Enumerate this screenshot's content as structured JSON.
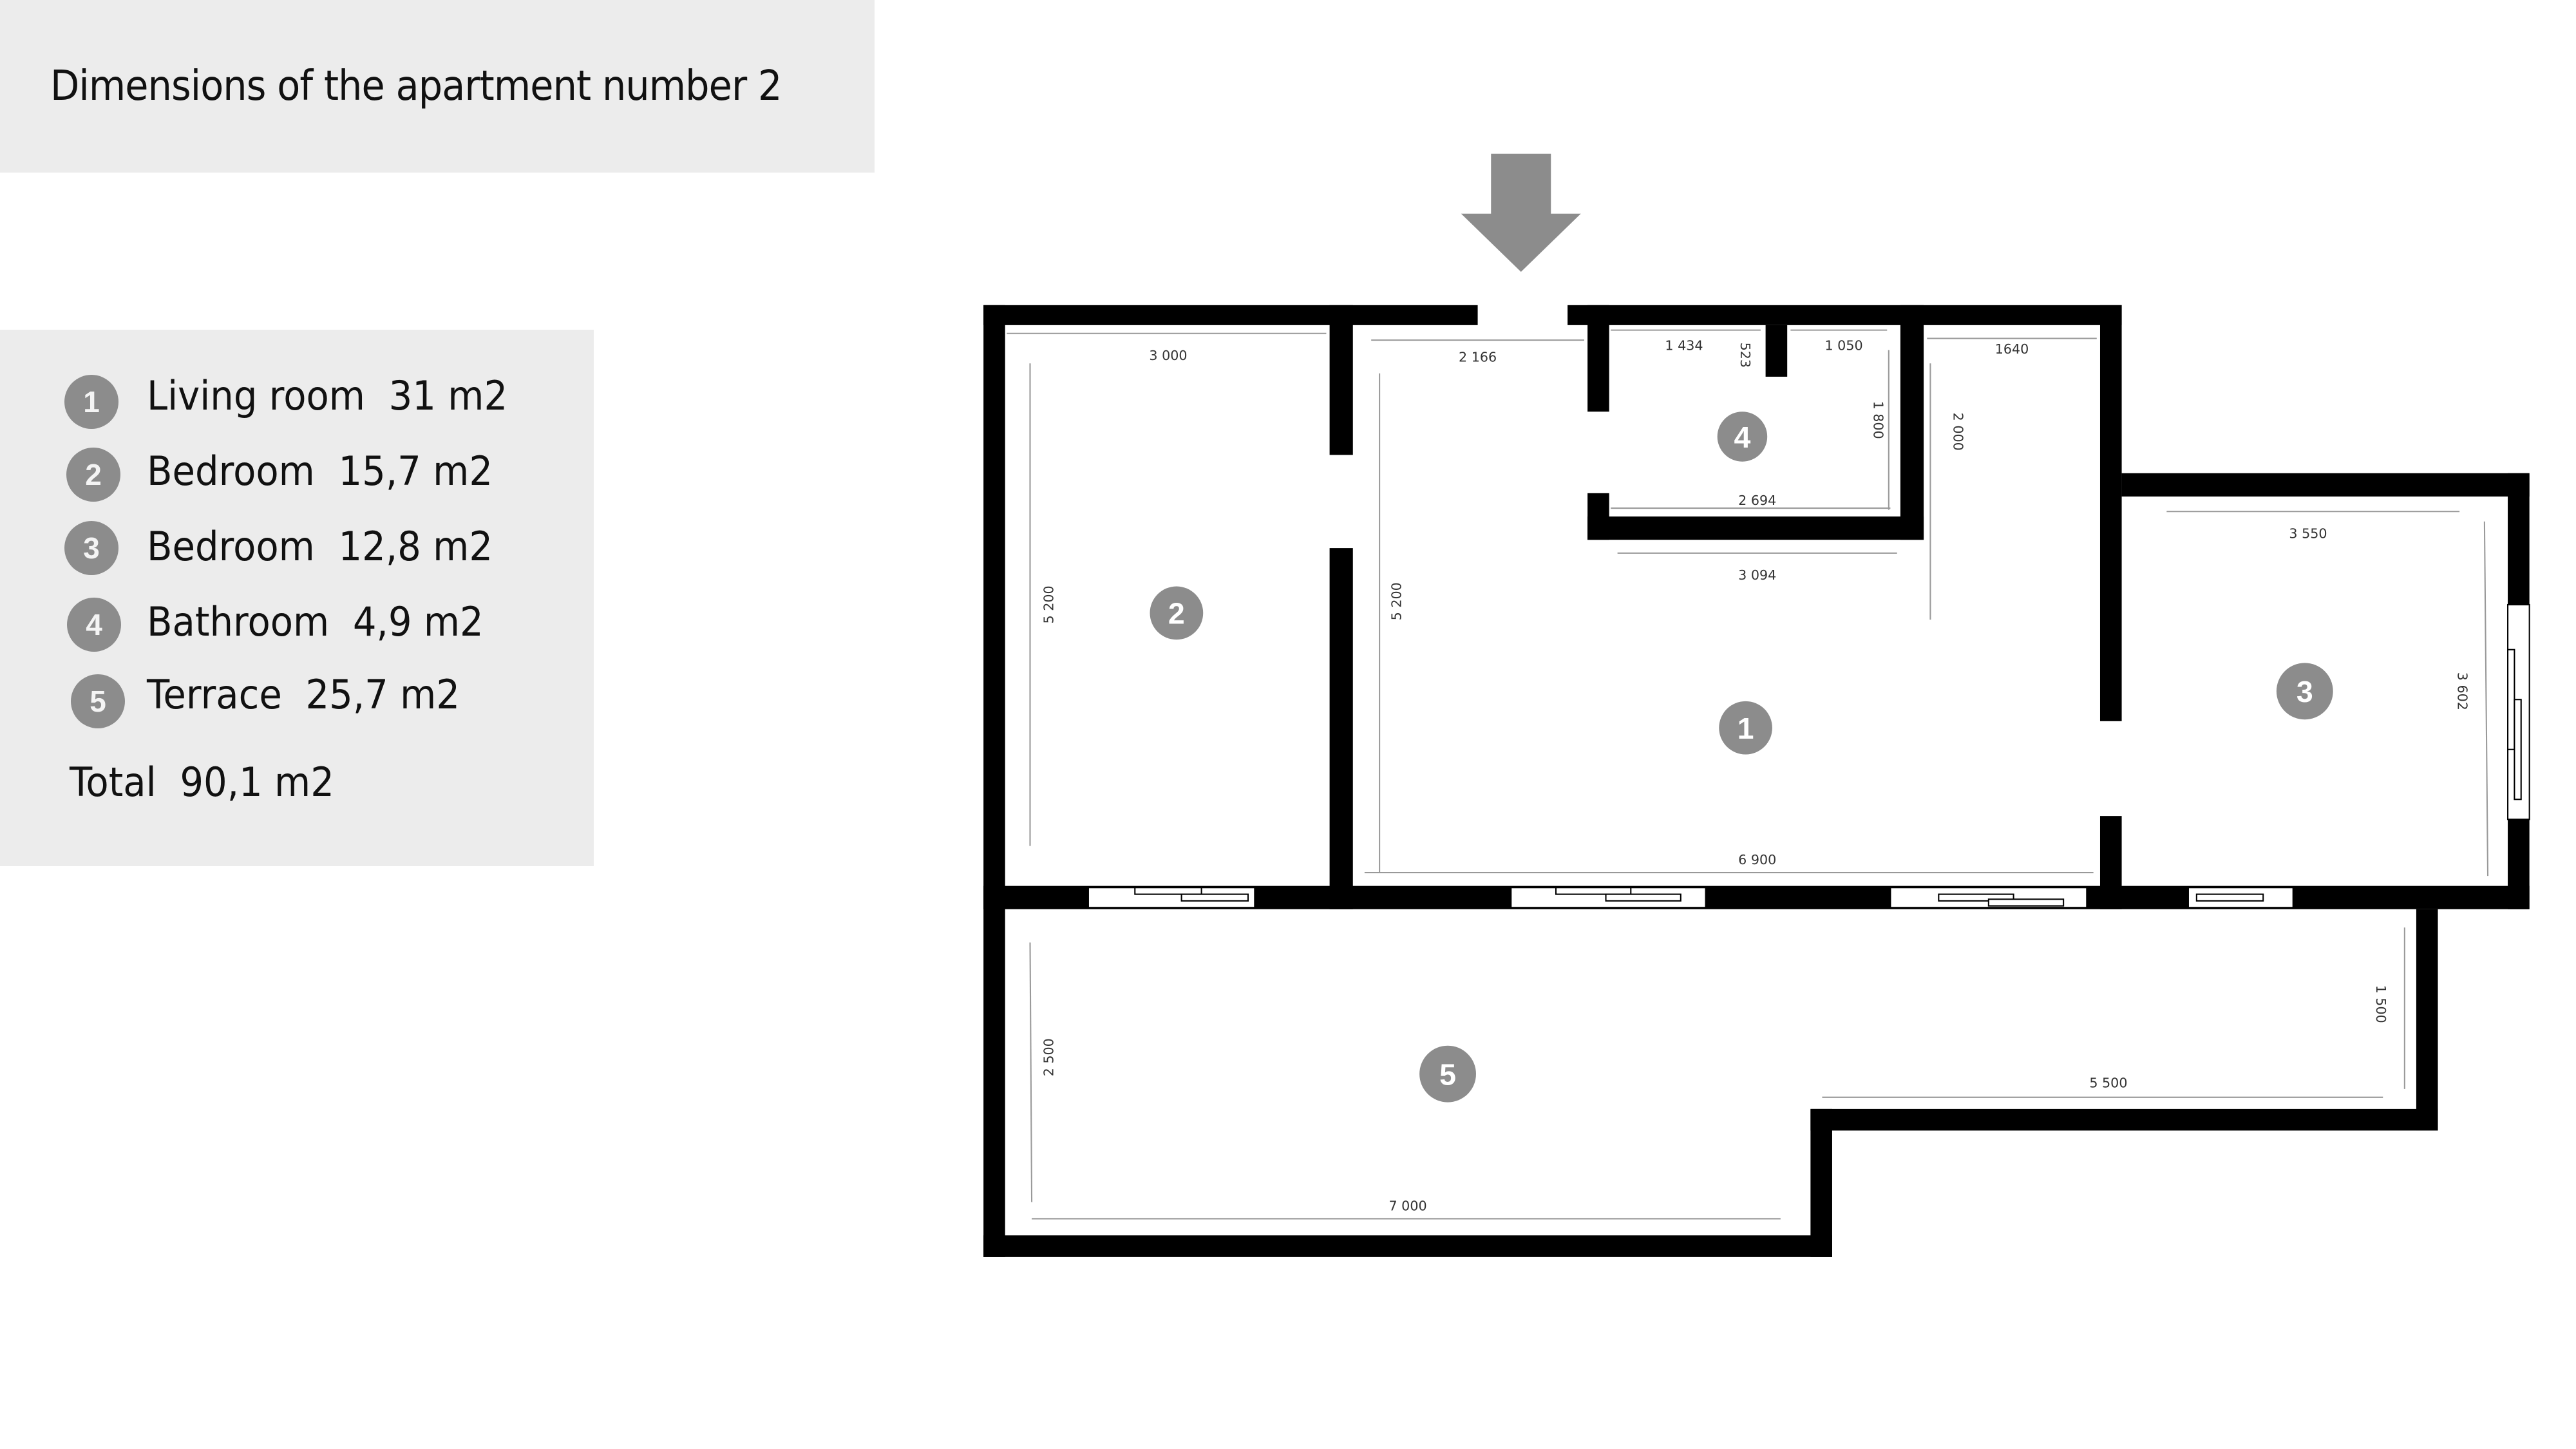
{
  "header": {
    "title": "Dimensions of the apartment number 2"
  },
  "legend": {
    "items": [
      {
        "num": "1",
        "label": "Living room  31 m2"
      },
      {
        "num": "2",
        "label": "Bedroom  15,7 m2"
      },
      {
        "num": "3",
        "label": "Bedroom  12,8 m2"
      },
      {
        "num": "4",
        "label": "Bathroom  4,9 m2"
      },
      {
        "num": "5",
        "label": "Terrace  25,7 m2"
      }
    ],
    "total": "Total  90,1 m2"
  },
  "colors": {
    "panel_bg": "#ececec",
    "marker": "#8c8c8c",
    "wall": "#000000"
  },
  "plan": {
    "entrance_arrow": "arrow-down-icon",
    "rooms": [
      {
        "num": "1",
        "name": "Living room"
      },
      {
        "num": "2",
        "name": "Bedroom"
      },
      {
        "num": "3",
        "name": "Bedroom"
      },
      {
        "num": "4",
        "name": "Bathroom"
      },
      {
        "num": "5",
        "name": "Terrace"
      }
    ],
    "dimensions": {
      "bedroom2_width": "3 000",
      "bedroom2_height": "5 200",
      "living_top": "2 166",
      "living_height": "5 200",
      "living_width": "6 900",
      "living_mid": "3 094",
      "bath_top_left": "1 434",
      "bath_stub": "523",
      "bath_top_right": "1 050",
      "bath_height": "1 800",
      "bath_width": "2 694",
      "hall_width": "1640",
      "hall_height": "2 000",
      "bedroom3_width": "3 550",
      "bedroom3_height": "3 602",
      "terrace_height": "2 500",
      "terrace_width": "7 000",
      "terrace_right_width": "5 500",
      "terrace_right_height": "1 500",
      "wall_thickness": "200"
    }
  }
}
